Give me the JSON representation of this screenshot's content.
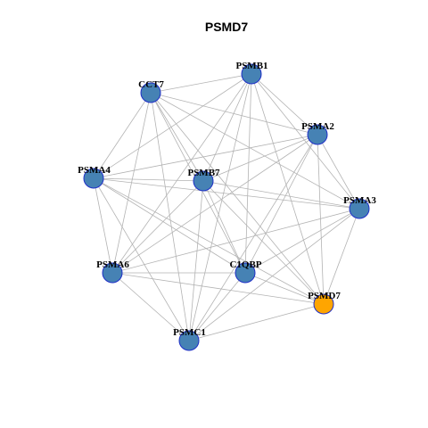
{
  "title": "PSMD7",
  "colors": {
    "node_default": "#4682b4",
    "node_highlight": "#ffa500",
    "node_border": "#1f2fc8",
    "edge": "#b3b3b3"
  },
  "nodes": [
    {
      "id": "PSMB1",
      "label": "PSMB1",
      "highlight": false
    },
    {
      "id": "CCT7",
      "label": "CCT7",
      "highlight": false
    },
    {
      "id": "PSMA2",
      "label": "PSMA2",
      "highlight": false
    },
    {
      "id": "PSMA4",
      "label": "PSMA4",
      "highlight": false
    },
    {
      "id": "PSMB7",
      "label": "PSMB7",
      "highlight": false
    },
    {
      "id": "PSMA3",
      "label": "PSMA3",
      "highlight": false
    },
    {
      "id": "PSMA6",
      "label": "PSMA6",
      "highlight": false
    },
    {
      "id": "C1QBP",
      "label": "C1QBP",
      "highlight": false
    },
    {
      "id": "PSMD7",
      "label": "PSMD7",
      "highlight": true
    },
    {
      "id": "PSMC1",
      "label": "PSMC1",
      "highlight": false
    }
  ],
  "edges": [
    [
      "CCT7",
      "PSMB1"
    ],
    [
      "CCT7",
      "PSMA2"
    ],
    [
      "CCT7",
      "PSMA4"
    ],
    [
      "CCT7",
      "PSMB7"
    ],
    [
      "CCT7",
      "PSMA3"
    ],
    [
      "CCT7",
      "PSMA6"
    ],
    [
      "CCT7",
      "C1QBP"
    ],
    [
      "CCT7",
      "PSMD7"
    ],
    [
      "CCT7",
      "PSMC1"
    ],
    [
      "PSMB1",
      "PSMA2"
    ],
    [
      "PSMB1",
      "PSMA4"
    ],
    [
      "PSMB1",
      "PSMB7"
    ],
    [
      "PSMB1",
      "PSMA3"
    ],
    [
      "PSMB1",
      "PSMA6"
    ],
    [
      "PSMB1",
      "C1QBP"
    ],
    [
      "PSMB1",
      "PSMD7"
    ],
    [
      "PSMB1",
      "PSMC1"
    ],
    [
      "PSMA2",
      "PSMA4"
    ],
    [
      "PSMA2",
      "PSMB7"
    ],
    [
      "PSMA2",
      "PSMA3"
    ],
    [
      "PSMA2",
      "PSMA6"
    ],
    [
      "PSMA2",
      "C1QBP"
    ],
    [
      "PSMA2",
      "PSMD7"
    ],
    [
      "PSMA2",
      "PSMC1"
    ],
    [
      "PSMA4",
      "PSMB7"
    ],
    [
      "PSMA4",
      "PSMA3"
    ],
    [
      "PSMA4",
      "PSMA6"
    ],
    [
      "PSMA4",
      "C1QBP"
    ],
    [
      "PSMA4",
      "PSMD7"
    ],
    [
      "PSMA4",
      "PSMC1"
    ],
    [
      "PSMB7",
      "PSMA3"
    ],
    [
      "PSMB7",
      "PSMA6"
    ],
    [
      "PSMB7",
      "C1QBP"
    ],
    [
      "PSMB7",
      "PSMD7"
    ],
    [
      "PSMB7",
      "PSMC1"
    ],
    [
      "PSMA3",
      "PSMA6"
    ],
    [
      "PSMA3",
      "C1QBP"
    ],
    [
      "PSMA3",
      "PSMD7"
    ],
    [
      "PSMA3",
      "PSMC1"
    ],
    [
      "PSMA6",
      "C1QBP"
    ],
    [
      "PSMA6",
      "PSMD7"
    ],
    [
      "PSMA6",
      "PSMC1"
    ],
    [
      "C1QBP",
      "PSMD7"
    ],
    [
      "C1QBP",
      "PSMC1"
    ],
    [
      "PSMD7",
      "PSMC1"
    ]
  ]
}
